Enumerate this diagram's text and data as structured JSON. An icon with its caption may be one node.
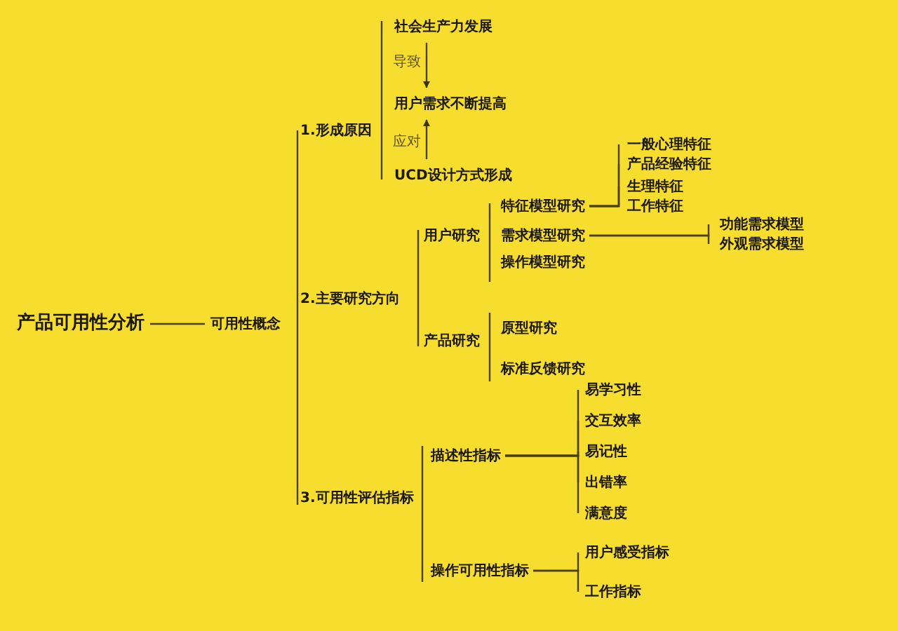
{
  "diagram": {
    "nodes": [
      {
        "text": [
          "产品可用性分析"
        ]
      },
      {
        "text": [
          "可用性概念"
        ]
      },
      {
        "text": [
          "1.形成原因"
        ]
      },
      {
        "text": [
          "社会生产力发展"
        ]
      },
      {
        "text": [
          "用户需求不断提高"
        ]
      },
      {
        "text": [
          "UCD设计方式形成"
        ]
      },
      {
        "text": [
          "2.主要研究方向"
        ]
      },
      {
        "text": [
          "用户研究"
        ]
      },
      {
        "text": [
          "特征模型研究"
        ]
      },
      {
        "text": [
          "一般心理特征"
        ]
      },
      {
        "text": [
          "产品经验特征"
        ]
      },
      {
        "text": [
          "生理特征"
        ]
      },
      {
        "text": [
          "工作特征"
        ]
      },
      {
        "text": [
          "需求模型研究"
        ]
      },
      {
        "text": [
          "功能需求模型"
        ]
      },
      {
        "text": [
          "外观需求模型"
        ]
      },
      {
        "text": [
          "操作模型研究"
        ]
      },
      {
        "text": [
          "产品研究"
        ]
      },
      {
        "text": [
          "原型研究"
        ]
      },
      {
        "text": [
          "标准反馈研究"
        ]
      },
      {
        "text": [
          "3.可用性评估指标"
        ]
      },
      {
        "text": [
          "描述性指标"
        ]
      },
      {
        "text": [
          "易学习性"
        ]
      },
      {
        "text": [
          "交互效率"
        ]
      },
      {
        "text": [
          "易记性"
        ]
      },
      {
        "text": [
          "出错率"
        ]
      },
      {
        "text": [
          "满意度"
        ]
      },
      {
        "text": [
          "操作可用性指标"
        ]
      },
      {
        "text": [
          "用户感受指标"
        ]
      },
      {
        "text": [
          "工作指标"
        ]
      }
    ],
    "edges": [
      {
        "from": 0,
        "to": 1,
        "arrow": "none"
      },
      {
        "from": 3,
        "to": 4,
        "arrow": "to",
        "label": "导致"
      },
      {
        "from": 5,
        "to": 4,
        "arrow": "to",
        "label": "应对"
      },
      {
        "from": 8,
        "to": 9,
        "arrow": "none"
      },
      {
        "from": 8,
        "to": 10,
        "arrow": "none"
      },
      {
        "from": 8,
        "to": 11,
        "arrow": "none"
      },
      {
        "from": 8,
        "to": 12,
        "arrow": "none"
      },
      {
        "from": 13,
        "to": 14,
        "arrow": "none"
      },
      {
        "from": 13,
        "to": 15,
        "arrow": "none"
      },
      {
        "from": 21,
        "to": 22,
        "arrow": "none"
      },
      {
        "from": 21,
        "to": 23,
        "arrow": "none"
      },
      {
        "from": 21,
        "to": 24,
        "arrow": "none"
      },
      {
        "from": 21,
        "to": 25,
        "arrow": "none"
      },
      {
        "from": 21,
        "to": 26,
        "arrow": "none"
      },
      {
        "from": 27,
        "to": 28,
        "arrow": "none"
      },
      {
        "from": 27,
        "to": 29,
        "arrow": "none"
      }
    ]
  }
}
